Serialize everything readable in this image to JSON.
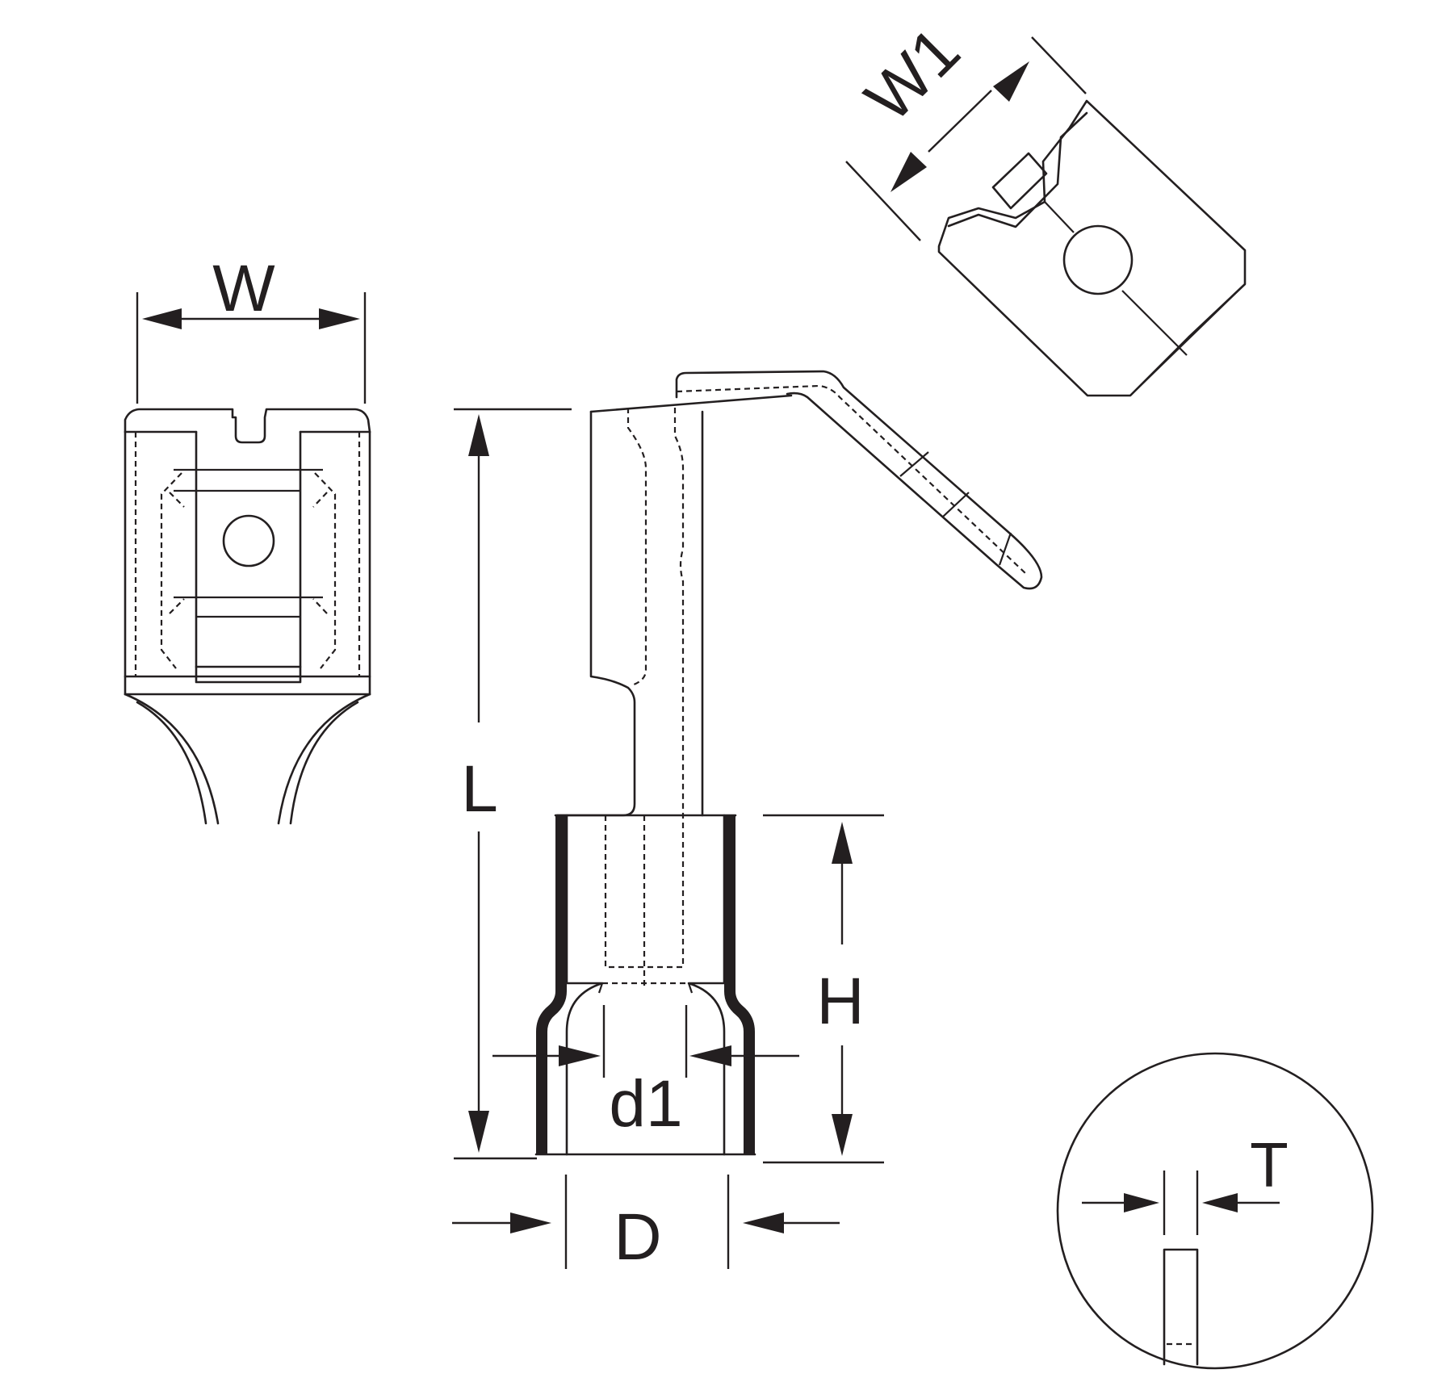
{
  "diagram": {
    "labels": {
      "W": "W",
      "W1": "W1",
      "L": "L",
      "H": "H",
      "d1": "d1",
      "D": "D",
      "T": "T"
    },
    "colors": {
      "line": "#231f20",
      "background": "#ffffff"
    }
  }
}
